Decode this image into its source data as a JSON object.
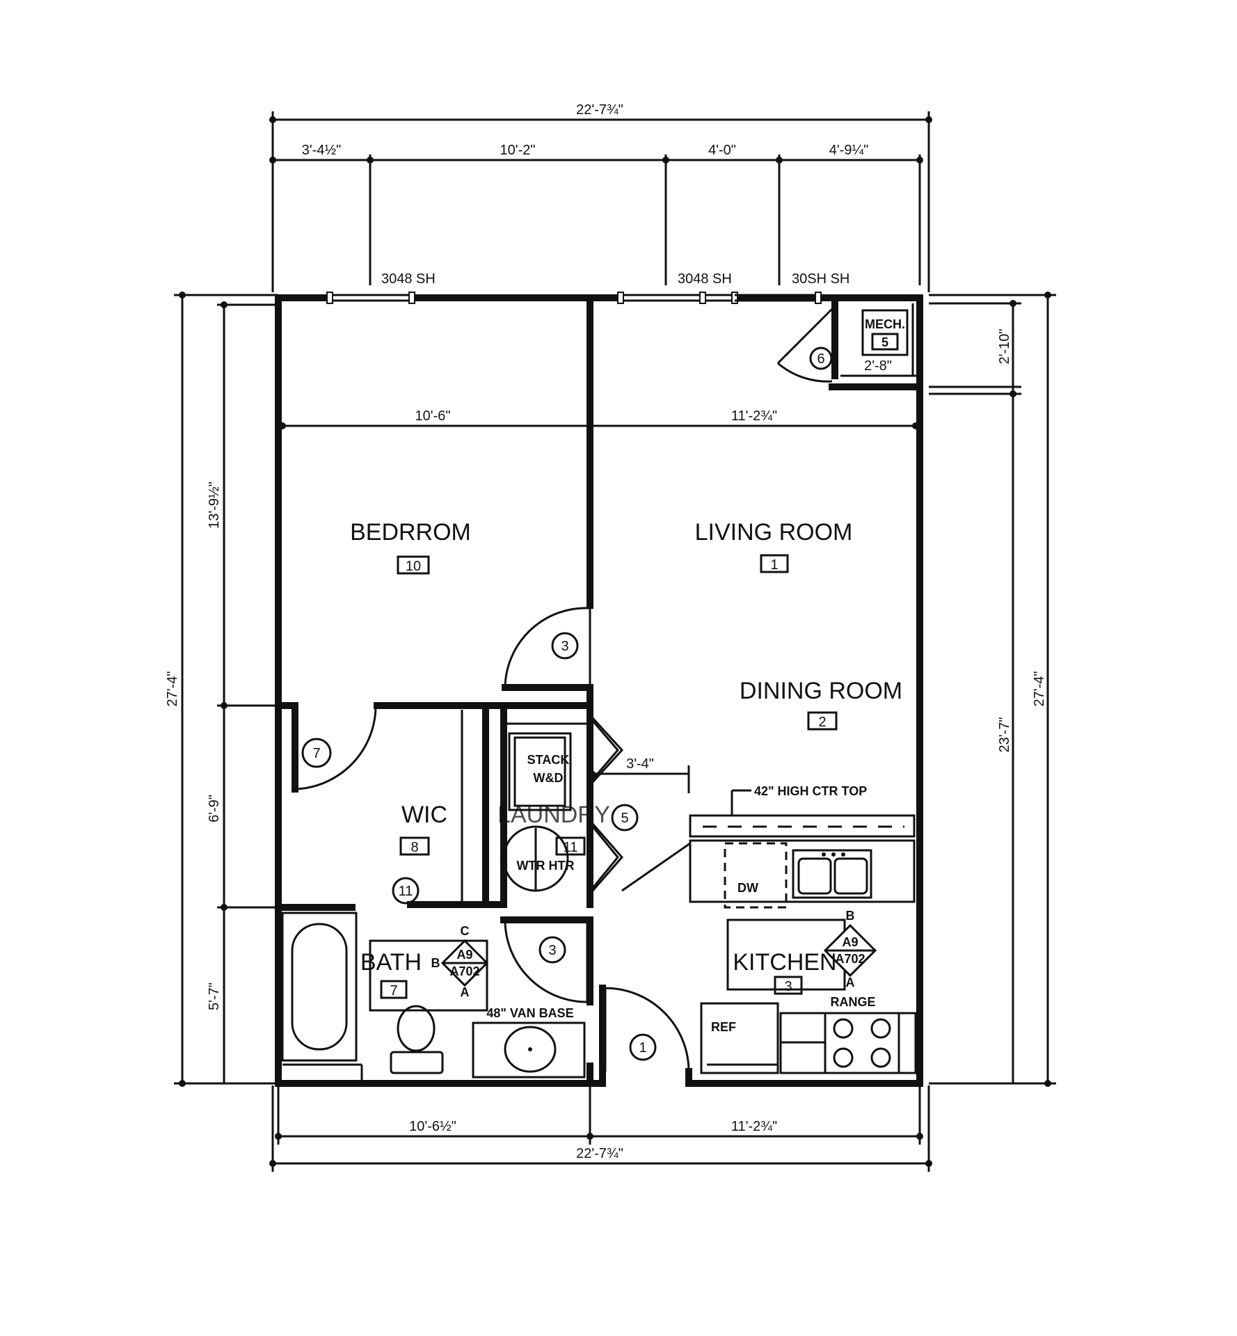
{
  "plan": {
    "dims": {
      "overall_top": "22'-7¾\"",
      "seg1": "3'-4½\"",
      "seg2": "10'-2\"",
      "seg3": "4'-0\"",
      "seg4": "4'-9¼\"",
      "bedroom_width": "10'-6\"",
      "living_width": "11'-2¾\"",
      "left_overall": "27'-4\"",
      "left_upper": "13'-9½\"",
      "left_mid": "6'-9\"",
      "left_lower": "5'-7\"",
      "right_overall": "27'-4\"",
      "right_main": "23'-7\"",
      "right_mech": "2'-10\"",
      "mech_width": "2'-8\"",
      "laundry_dim": "3'-4\"",
      "bottom_left": "10'-6½\"",
      "bottom_right": "11'-2¾\"",
      "overall_bottom": "22'-7¾\""
    },
    "windows": {
      "w1": "3048 SH",
      "w2": "3048 SH",
      "w3": "30SH SH"
    },
    "rooms": {
      "bedroom": {
        "name": "BEDRROM",
        "num": "10"
      },
      "living": {
        "name": "LIVING ROOM",
        "num": "1"
      },
      "dining": {
        "name": "DINING ROOM",
        "num": "2"
      },
      "wic": {
        "name": "WIC",
        "num": "8"
      },
      "laundry": {
        "name": "LAUNDRY",
        "num": "11"
      },
      "bath": {
        "name": "BATH",
        "num": "7"
      },
      "kitchen": {
        "name": "KITCHEN",
        "num": "3"
      },
      "mech": {
        "name": "MECH.",
        "num": "5"
      }
    },
    "doors": {
      "d_mech": "6",
      "d_bedroom": "3",
      "d_wic": "7",
      "d_wic2": "11",
      "d_laundry": "5",
      "d_bath": "3",
      "d_entry": "1"
    },
    "labels": {
      "stack": "STACK",
      "wd": "W&D",
      "wtr_htr": "WTR HTR",
      "ctr_top": "42\" HIGH CTR TOP",
      "dw": "DW",
      "range": "RANGE",
      "ref": "REF",
      "van_base": "48\" VAN BASE"
    },
    "elevations": {
      "bath": {
        "top": "C",
        "left": "B",
        "bottom": "A",
        "ref": "A9",
        "sheet": "A702"
      },
      "kitchen": {
        "top": "B",
        "bottom": "A",
        "ref": "A9",
        "sheet": "A702"
      }
    }
  }
}
